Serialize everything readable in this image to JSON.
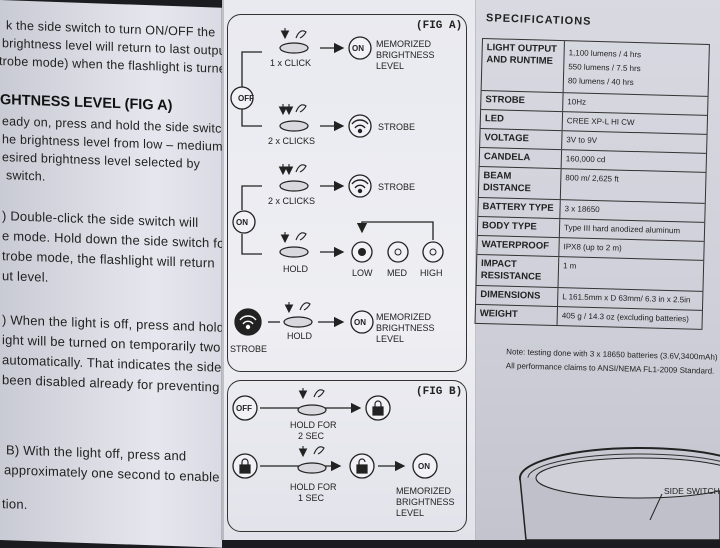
{
  "left_column": {
    "lines_top": [
      "k the side switch to turn ON/OFF the",
      "brightness level will return to last output",
      "trobe mode) when the flashlight is turned"
    ],
    "heading": "GHTNESS LEVEL (FIG A)",
    "lines_brightness": [
      "eady on, press and hold the side switch",
      "he brightness level from low – medium",
      "esired brightness level selected by",
      "switch."
    ],
    "lines_strobe": [
      ") Double-click the side switch will",
      "e mode. Hold down the side switch for",
      "trobe mode, the flashlight will return",
      "ut level."
    ],
    "lines_lockout": [
      ") When the light is off, press and hold",
      "ight will be turned on temporarily two",
      " automatically. That indicates the side",
      "been disabled already for preventing"
    ],
    "lines_unlock": [
      "B) With the light off, press and",
      "approximately one second to enable",
      "tion."
    ]
  },
  "fig_a": {
    "label": "(FIG A)",
    "off": "OFF",
    "on": "ON",
    "one_click": "1 x CLICK",
    "two_clicks": "2 x CLICKS",
    "hold": "HOLD",
    "memorized": [
      "MEMORIZED",
      "BRIGHTNESS",
      "LEVEL"
    ],
    "strobe": "STROBE",
    "low": "LOW",
    "med": "MED",
    "high": "HIGH"
  },
  "fig_b": {
    "label": "(FIG B)",
    "off": "OFF",
    "on": "ON",
    "hold_2": [
      "HOLD FOR",
      "2 SEC"
    ],
    "hold_1": [
      "HOLD FOR",
      "1 SEC"
    ],
    "memorized": [
      "MEMORIZED",
      "BRIGHTNESS",
      "LEVEL"
    ]
  },
  "specs": {
    "title": "SPECIFICATIONS",
    "rows": [
      {
        "label": "LIGHT OUTPUT AND RUNTIME",
        "values": [
          "1,100 lumens / 4 hrs",
          "550 lumens / 7.5 hrs",
          "80 lumens / 40 hrs"
        ]
      },
      {
        "label": "STROBE",
        "values": [
          "10Hz"
        ]
      },
      {
        "label": "LED",
        "values": [
          "CREE XP-L HI CW"
        ]
      },
      {
        "label": "VOLTAGE",
        "values": [
          "3V to 9V"
        ]
      },
      {
        "label": "CANDELA",
        "values": [
          "160,000 cd"
        ]
      },
      {
        "label": "BEAM DISTANCE",
        "values": [
          "800 m/ 2,625 ft"
        ]
      },
      {
        "label": "BATTERY TYPE",
        "values": [
          "3 x 18650"
        ]
      },
      {
        "label": "BODY TYPE",
        "values": [
          "Type III hard anodized aluminum"
        ]
      },
      {
        "label": "WATERPROOF",
        "values": [
          "IPX8 (up to 2 m)"
        ]
      },
      {
        "label": "IMPACT RESISTANCE",
        "values": [
          "1 m"
        ]
      },
      {
        "label": "DIMENSIONS",
        "values": [
          "L 161.5mm x D 63mm/ 6.3 in x 2.5in"
        ]
      },
      {
        "label": "WEIGHT",
        "values": [
          "405 g / 14.3 oz (excluding batteries)"
        ]
      }
    ],
    "note": [
      "Note: testing done with 3 x 18650 batteries (3.6V,3400mAh)",
      "All performance claims to ANSI/NEMA FL1-2009 Standard."
    ]
  },
  "side_switch": "SIDE SWITCH"
}
